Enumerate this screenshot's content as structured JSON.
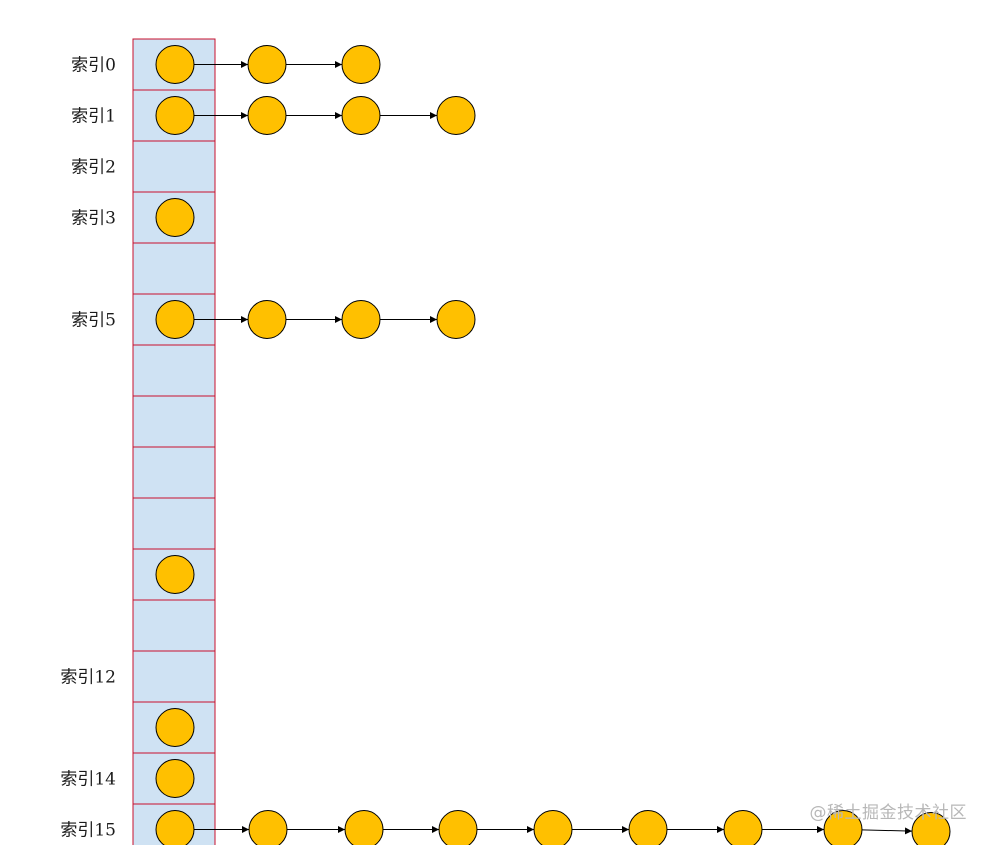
{
  "colors": {
    "bucket_fill": "#cfe2f3",
    "bucket_border": "#c8102e",
    "node_fill": "#ffc000",
    "node_stroke": "#000000",
    "arrow": "#000000",
    "watermark": "#b8b8b8"
  },
  "bucket_count": 16,
  "index_labels": [
    {
      "index": 0,
      "text": "索引0"
    },
    {
      "index": 1,
      "text": "索引1"
    },
    {
      "index": 2,
      "text": "索引2"
    },
    {
      "index": 3,
      "text": "索引3"
    },
    {
      "index": 5,
      "text": "索引5"
    },
    {
      "index": 12,
      "text": "索引12"
    },
    {
      "index": 14,
      "text": "索引14"
    },
    {
      "index": 15,
      "text": "索引15"
    }
  ],
  "chains": [
    {
      "index": 0,
      "length": 3
    },
    {
      "index": 1,
      "length": 4
    },
    {
      "index": 3,
      "length": 1
    },
    {
      "index": 5,
      "length": 4
    },
    {
      "index": 10,
      "length": 1
    },
    {
      "index": 13,
      "length": 1
    },
    {
      "index": 14,
      "length": 1
    },
    {
      "index": 15,
      "length": 9
    }
  ],
  "watermark": "@稀土掘金技术社区"
}
